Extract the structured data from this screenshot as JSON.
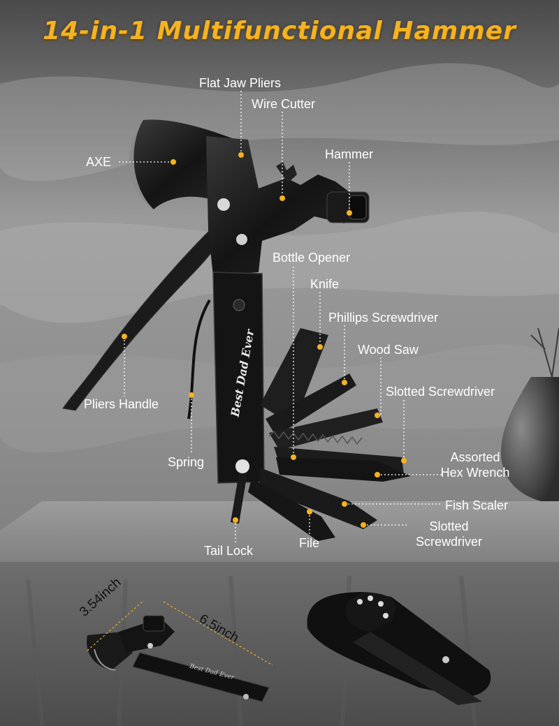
{
  "title": "14-in-1 Multifunctional Hammer",
  "engraving": "Best Dad Ever",
  "small_engraving": "Best Dad Ever",
  "accent_color": "#f5b221",
  "callouts": {
    "flat_jaw_pliers": "Flat Jaw Pliers",
    "wire_cutter": "Wire Cutter",
    "axe": "AXE",
    "hammer": "Hammer",
    "bottle_opener": "Bottle Opener",
    "knife": "Knife",
    "phillips_screwdriver": "Phillips Screwdriver",
    "wood_saw": "Wood Saw",
    "slotted_screwdriver_top": "Slotted Screwdriver",
    "pliers_handle": "Pliers Handle",
    "spring": "Spring",
    "assorted_line1": "Assorted",
    "assorted_line2": "Hex Wrench",
    "fish_scaler": "Fish Scaler",
    "slotted_line1": "Slotted",
    "slotted_line2": "Screwdriver",
    "tail_lock": "Tail Lock",
    "file": "File"
  },
  "dimensions": {
    "height": "3.54inch",
    "length": "6.5inch"
  }
}
